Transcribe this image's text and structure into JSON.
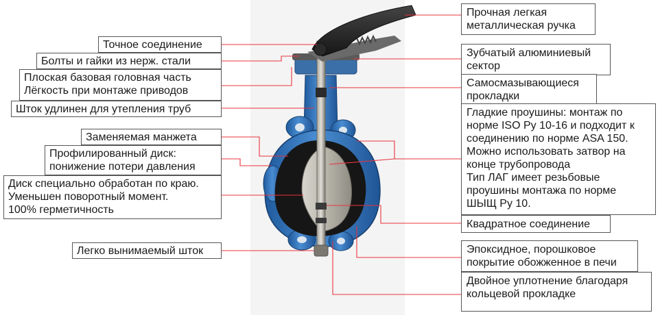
{
  "callouts_left": {
    "precise_connection": "Точное соединение",
    "stainless_bolts": "Болты и гайки из нерж. стали",
    "flat_head_line1": "Плоская базовая головная часть",
    "flat_head_line2": "Лёгкость при монтаже приводов",
    "extended_stem": "Шток удлинен для утепления труб",
    "replaceable_liner": "Заменяемая манжета",
    "profiled_disc_line1": "Профилированный диск:",
    "profiled_disc_line2": "понижение потери давления",
    "disc_edge_line1": "Диск специально обработан по краю.",
    "disc_edge_line2": "Уменьшен поворотный момент.",
    "disc_edge_line3": "100% герметичность",
    "removable_stem": "Легко вынимаемый шток"
  },
  "callouts_right": {
    "handle_line1": "Прочная легкая",
    "handle_line2": "металлическая ручка",
    "sector_line1": "Зубчатый алюминиевый",
    "sector_line2": "сектор",
    "bushings_line1": "Самосмазывающиеся",
    "bushings_line2": "прокладки",
    "lugs_line1": "Гладкие проушины: монтаж по",
    "lugs_line2": "норме ISO Py 10-16 и подходит к",
    "lugs_line3": "соединению по норме ASA 150.",
    "lugs_line4": "Можно использовать затвор на",
    "lugs_line5": "конце трубопровода",
    "lugs_line6": "Тип ЛАГ имеет резьбовые",
    "lugs_line7": "проушины монтажа по норме",
    "lugs_line8": "ШЫЩ Ру 10.",
    "square_connection": "Квадратное соединение",
    "epoxy_line1": "Эпоксидное, порошковое",
    "epoxy_line2": "покрытие обожженное в печи",
    "double_seal_line1": "Двойное уплотнение благодаря",
    "double_seal_line2": "кольцевой прокладке"
  },
  "colors": {
    "leader_line": "#e8343c",
    "valve_body": "#2f6fb5",
    "valve_body_light": "#5b9ad6",
    "liner": "#1c1c1c",
    "disc": "#b9b6ac",
    "handle": "#2a2a2a",
    "stem": "#8e8b82",
    "callout_border": "#555555"
  }
}
